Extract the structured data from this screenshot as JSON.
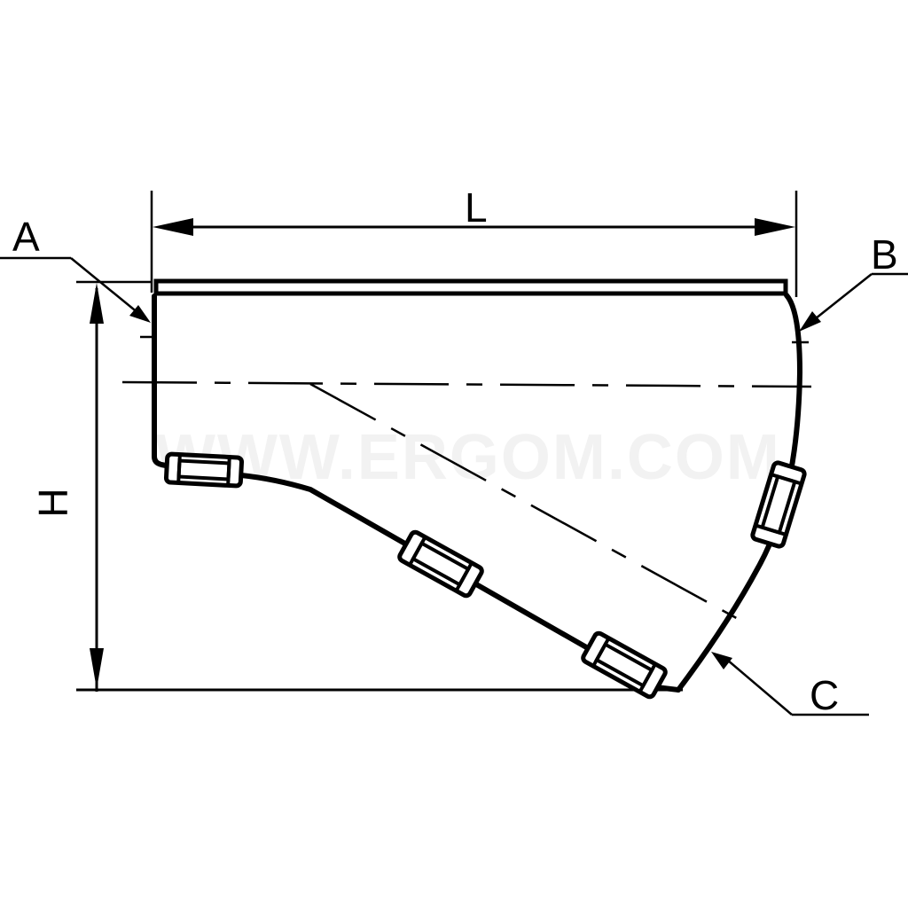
{
  "drawing": {
    "subject": "duct elbow technical drawing",
    "watermark": "WWW.ERGOM.COM",
    "dimensions": {
      "length_label": "L",
      "height_label": "H"
    },
    "callouts": [
      {
        "id": "A",
        "label": "A"
      },
      {
        "id": "B",
        "label": "B"
      },
      {
        "id": "C",
        "label": "C"
      }
    ],
    "colors": {
      "line": "#000000",
      "background": "#ffffff",
      "watermark": "#f2f2f2"
    }
  }
}
